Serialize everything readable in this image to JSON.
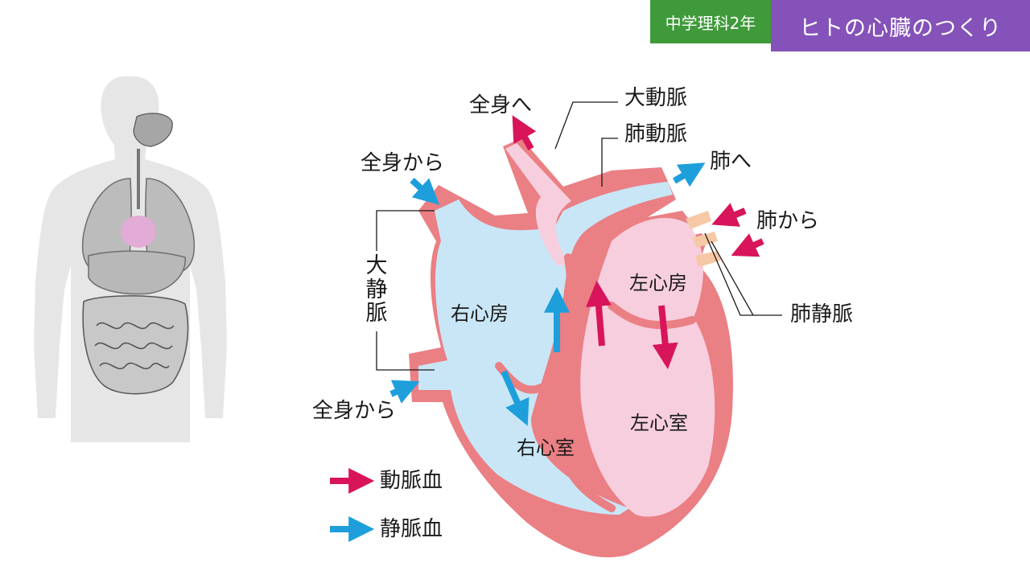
{
  "header": {
    "grade_label": "中学理科2年",
    "title": "ヒトの心臓のつくり"
  },
  "colors": {
    "grade_bg": "#3f9a3a",
    "title_bg": "#8452b8",
    "arterial": "#d8145a",
    "venous": "#1e9fdc",
    "right_side_fill": "#c9e6f6",
    "left_side_fill": "#f7cede",
    "heart_wall": "#ea7f84",
    "silhouette": "#e6e6e6"
  },
  "labels": {
    "to_body": "全身へ",
    "aorta": "大動脈",
    "pulmonary_artery": "肺動脈",
    "to_lungs": "肺へ",
    "from_body_top": "全身から",
    "from_lungs": "肺から",
    "vena_cava": "大静脈",
    "right_atrium": "右心房",
    "left_atrium": "左心房",
    "pulmonary_vein": "肺静脈",
    "from_body_bottom": "全身から",
    "right_ventricle": "右心室",
    "left_ventricle": "左心室"
  },
  "legend": {
    "arterial_blood": "動脈血",
    "venous_blood": "静脈血"
  }
}
